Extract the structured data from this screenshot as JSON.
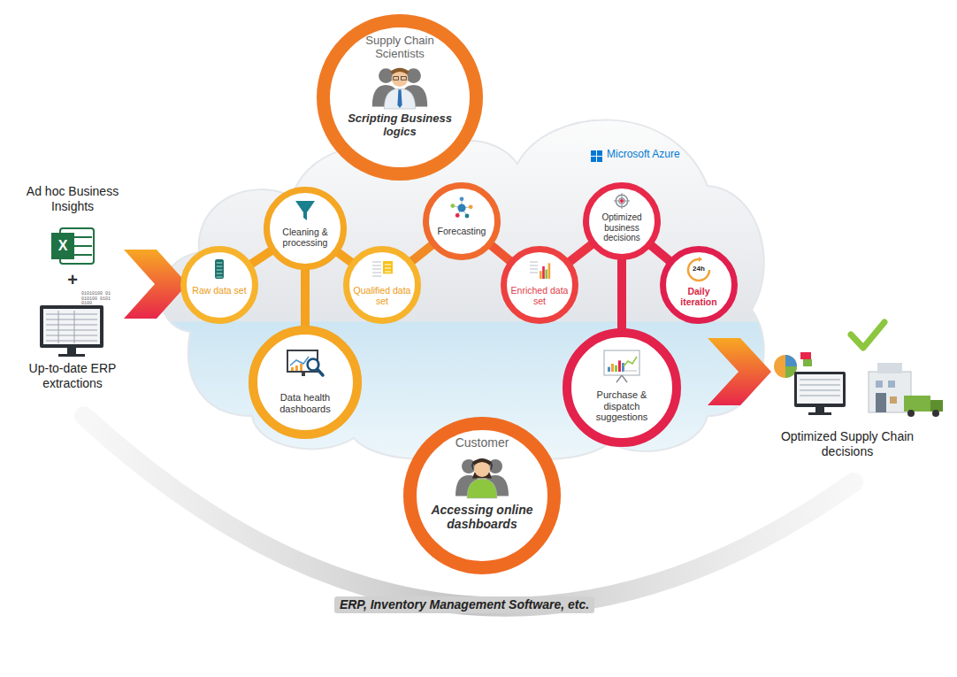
{
  "diagram": {
    "nodes": [
      {
        "text": [
          "Supply Chain Scientists",
          "Scripting Business logics"
        ]
      },
      {
        "text": [
          "Raw data set"
        ]
      },
      {
        "text": [
          "Cleaning & processing"
        ]
      },
      {
        "text": [
          "Qualified data set"
        ]
      },
      {
        "text": [
          "Forecasting"
        ]
      },
      {
        "text": [
          "Enriched data set"
        ]
      },
      {
        "text": [
          "Optimized business decisions"
        ]
      },
      {
        "text": [
          "Daily iteration"
        ]
      },
      {
        "text": [
          "Data health dashboards"
        ]
      },
      {
        "text": [
          "Purchase & dispatch suggestions"
        ]
      },
      {
        "text": [
          "Customer",
          "Accessing online dashboards"
        ]
      }
    ],
    "edges": [
      {
        "from": 1,
        "to": 2,
        "arrow": "none"
      },
      {
        "from": 2,
        "to": 3,
        "arrow": "none"
      },
      {
        "from": 3,
        "to": 4,
        "arrow": "none"
      },
      {
        "from": 4,
        "to": 5,
        "arrow": "none"
      },
      {
        "from": 5,
        "to": 6,
        "arrow": "none"
      },
      {
        "from": 6,
        "to": 7,
        "arrow": "none"
      },
      {
        "from": 2,
        "to": 8,
        "arrow": "none"
      },
      {
        "from": 6,
        "to": 9,
        "arrow": "none"
      }
    ],
    "labels": [
      "Ad hoc Business Insights",
      "X",
      "+",
      "01010100 01010100 01010100",
      "Up-to-date ERP extractions",
      "Microsoft Azure",
      "24h",
      "Optimized Supply Chain decisions",
      "ERP, Inventory Management Software, etc."
    ]
  }
}
